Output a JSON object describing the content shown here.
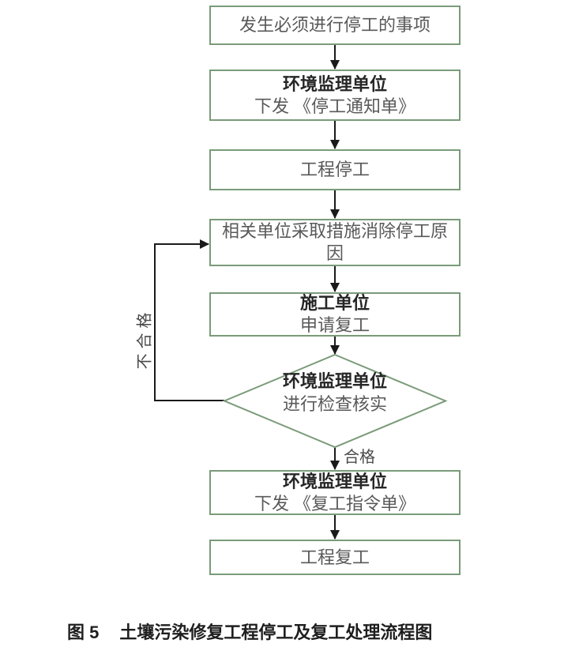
{
  "flow": {
    "node_event": {
      "text": "发生必须进行停工的事项"
    },
    "node_notice": {
      "title": "环境监理单位",
      "text": "下发 《停工通知单》"
    },
    "node_stop": {
      "text": "工程停工"
    },
    "node_measures": {
      "text": "相关单位采取措施消除停工原因"
    },
    "node_apply": {
      "title": "施工单位",
      "text": "申请复工"
    },
    "node_check": {
      "title": "环境监理单位",
      "text": "进行检查核实"
    },
    "node_order": {
      "title": "环境监理单位",
      "text": "下发 《复工指令单》"
    },
    "node_resume": {
      "text": "工程复工"
    },
    "label_pass": "合格",
    "label_fail": "不合格"
  },
  "figure": {
    "caption_label": "图 5",
    "caption_title": "土壤污染修复工程停工及复工处理流程图"
  },
  "colors": {
    "node_border": "#7a9b79",
    "connector": "#1a1a1a",
    "title_text": "#262626",
    "body_text": "#595959",
    "caption_text": "#1e1e1e",
    "background": "#ffffff"
  }
}
